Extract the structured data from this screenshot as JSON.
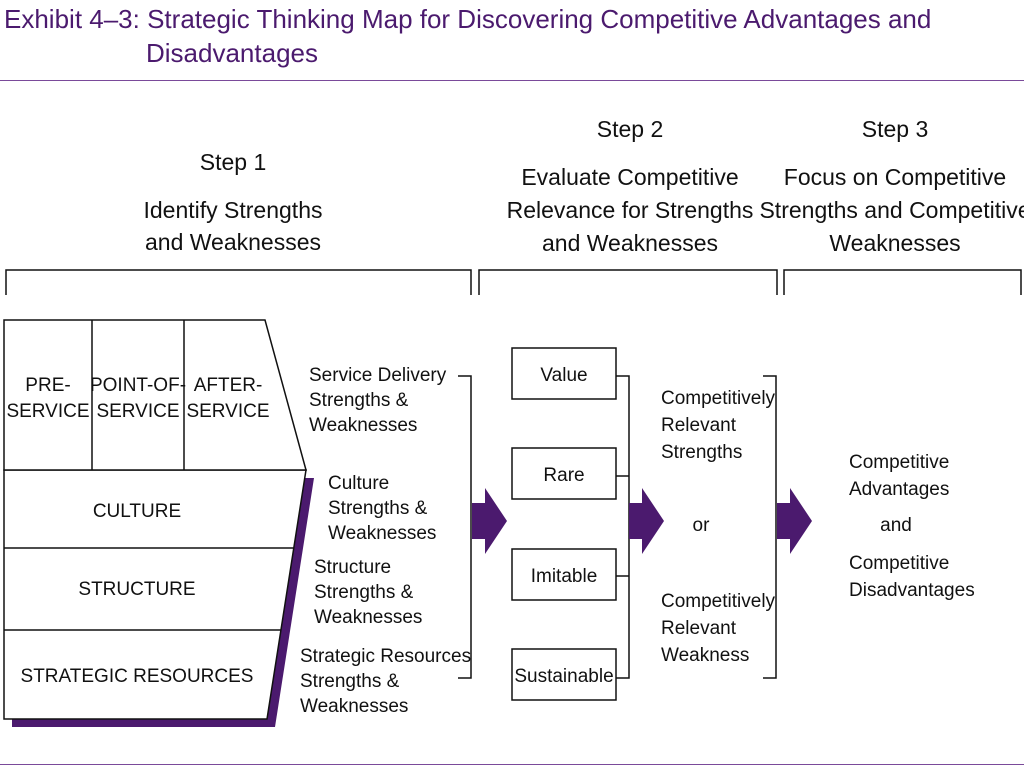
{
  "title": {
    "line1": "Exhibit 4–3: Strategic Thinking Map for Discovering Competitive Advantages and",
    "line2": "Disadvantages"
  },
  "steps": [
    {
      "step": "Step 1",
      "desc": [
        "Identify Strengths",
        "and Weaknesses"
      ]
    },
    {
      "step": "Step 2",
      "desc": [
        "Evaluate Competitive",
        "Relevance for Strengths",
        "and Weaknesses"
      ]
    },
    {
      "step": "Step 3",
      "desc": [
        "Focus on Competitive",
        "Strengths and Competitive",
        "Weaknesses"
      ]
    }
  ],
  "stack": {
    "service_cells": [
      [
        "PRE-",
        "SERVICE"
      ],
      [
        "POINT-OF-",
        "SERVICE"
      ],
      [
        "AFTER-",
        "SERVICE"
      ]
    ],
    "layers": [
      "CULTURE",
      "STRUCTURE",
      "STRATEGIC RESOURCES"
    ]
  },
  "sw_labels": [
    [
      "Service Delivery",
      "Strengths &",
      "Weaknesses"
    ],
    [
      "Culture",
      "Strengths &",
      "Weaknesses"
    ],
    [
      "Structure",
      "Strengths &",
      "Weaknesses"
    ],
    [
      "Strategic Resources",
      "Strengths &",
      "Weaknesses"
    ]
  ],
  "criteria": [
    "Value",
    "Rare",
    "Imitable",
    "Sustainable"
  ],
  "relevance": {
    "top": [
      "Competitively",
      "Relevant",
      "Strengths"
    ],
    "or": "or",
    "bottom": [
      "Competitively",
      "Relevant",
      "Weakness"
    ]
  },
  "outcome": {
    "advantages": [
      "Competitive",
      "Advantages"
    ],
    "and": "and",
    "disadvantages": [
      "Competitive",
      "Disadvantages"
    ]
  },
  "colors": {
    "accent": "#4b1a6e",
    "rule": "#7a4a9a",
    "ink": "#111111"
  }
}
